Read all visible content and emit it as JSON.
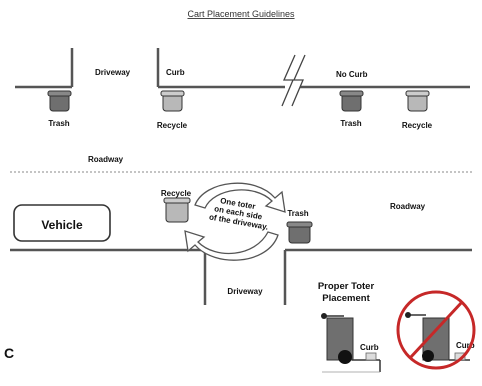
{
  "title": "Cart Placement Guidelines",
  "top": {
    "driveway": "Driveway",
    "curb": "Curb",
    "no_curb": "No Curb",
    "trash_left": "Trash",
    "recycle_left": "Recycle",
    "trash_right": "Trash",
    "recycle_right": "Recycle"
  },
  "roadway_label": "Roadway",
  "bottom": {
    "vehicle": "Vehicle",
    "recycle": "Recycle",
    "trash": "Trash",
    "roadway": "Roadway",
    "note_line1": "One toter",
    "note_line2": "on each side",
    "note_line3": "of the driveway.",
    "driveway": "Driveway",
    "proper_line1": "Proper Toter",
    "proper_line2": "Placement",
    "curb_good": "Curb",
    "curb_bad": "Curb",
    "stray_char": "C"
  },
  "colors": {
    "line": "#555555",
    "cart_dark": "#6f6f6f",
    "cart_light": "#b8b8b8",
    "no_sign": "#c62828"
  }
}
